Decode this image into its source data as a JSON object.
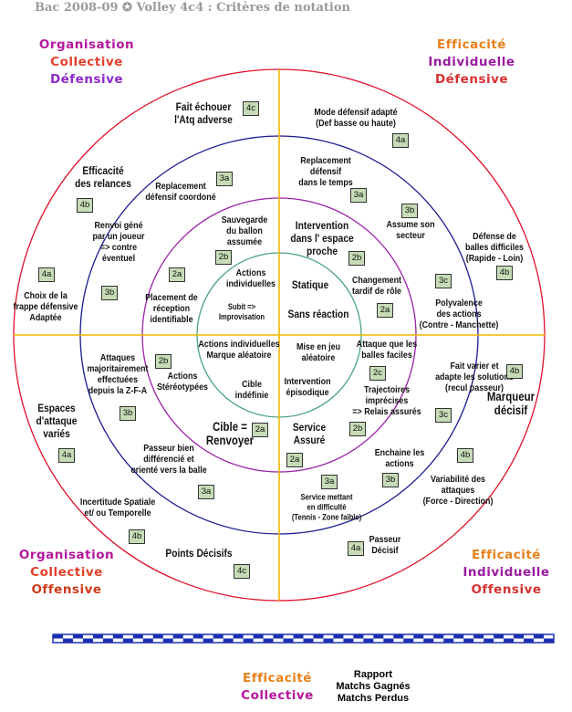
{
  "header": {
    "title": "Bac 2008-09 ✪ Volley 4c4 : Critères de notation"
  },
  "corners": {
    "top_left": [
      "Organisation",
      "Collective",
      "Défensive"
    ],
    "top_right": [
      "Efficacité",
      "Individuelle",
      "Défensive"
    ],
    "bottom_left": [
      "Organisation",
      "Collective",
      "Offensive"
    ],
    "bottom_right": [
      "Efficacité",
      "Individuelle",
      "Offensive"
    ]
  },
  "legend": {
    "label_line1": "Efficacité",
    "label_line2": "Collective",
    "right_lines": [
      "Rapport",
      "Matchs Gagnés",
      "Matchs Perdus"
    ]
  },
  "colors": {
    "outer_ring": "#e0102a",
    "ring2": "#1a1a90",
    "ring3": "#9b22a9",
    "inner_ring": "#4aa37a",
    "axis": "#efb800",
    "badge_bg": "#c6dcb6",
    "header": "#9a9a9a"
  },
  "labels": {
    "fait_echouer": "Fait échouer\nl'Atq adverse",
    "mode_defensif": "Mode défensif adapté\n(Def basse ou haute)",
    "efficacite_relances": "Efficacité\ndes relances",
    "replacement_coordonne": "Replacement\ndéfensif coordoné",
    "replacement_temps": "Replacement\ndéfensif\ndans le temps",
    "sauvegarde": "Sauvegarde\ndu ballon\nassumée",
    "intervention_proche": "Intervention\ndans l' espace\nproche",
    "assume_secteur": "Assume son\nsecteur",
    "renvoi_gene": "Renvoi géné\npar un joueur\n=> contre\néventuel",
    "defense_difficiles": "Défense de\nballes difficiles\n(Rapide - Loin)",
    "actions_individuelles": "Actions\nindividuelles",
    "statique": "Statique",
    "sans_reaction": "Sans réaction",
    "changement_tardif": "Changement\ntardif de rôle",
    "choix_frappe": "Choix de la\nfrappe défensive\nAdaptée",
    "placement_reception": "Placement de\nréception\nidentifiable",
    "subit": "Subit =>\nImprovisation",
    "polyvalence": "Polyvalence\ndes actions\n(Contre - Manchette)",
    "actions_indiv_marque": "Actions individuelles\nMarque aléatoire",
    "mise_en_jeu": "Mise en jeu\naléatoire",
    "attaque_faciles": "Attaque que les\nballes faciles",
    "attaques_zfa": "Attaques\nmajoritairement\neffectuées\ndepuis la Z-F-A",
    "actions_stereo": "Actions\nStéréotypées",
    "cible_indefinie": "Cible\nindéfinie",
    "intervention_episodique": "Intervention\népisodique",
    "trajectoires": "Trajectoires\nimprécises\n=> Relais assurés",
    "fait_varier": "Fait varier et\nadapte les solutions\n(recul passeur)",
    "marqueur": "Marqueur\ndécisif",
    "espaces_attaque": "Espaces\nd'attaque\nvariés",
    "cible_renvoyer": "Cible =\nRenvoyer",
    "service_assure": "Service\nAssuré",
    "passeur_differencie": "Passeur bien\ndifférencié et\norienté vers la balle",
    "enchaine": "Enchaine les\nactions",
    "variabilite": "Variabilité des\nattaques\n(Force - Direction)",
    "incertitude": "Incertitude Spatiale\net/ ou Temporelle",
    "service_mettant": "Service mettant\nen difficulté\n(Tennis - Zone faible)",
    "passeur_decisif": "Passeur\nDécisif",
    "points_decisifs": "Points Décisifs"
  },
  "badges": {
    "b_fait_echouer": "4c",
    "b_mode_defensif": "4a",
    "b_relances": "4b",
    "b_repl_coord": "3a",
    "b_repl_temps": "3a",
    "b_assume": "3b",
    "b_sauvegarde": "2b",
    "b_intervention": "2b",
    "b_defense_diff": "4b",
    "b_choix_frappe": "4a",
    "b_renvoi": "3b",
    "b_placement": "2a",
    "b_polyvalence": "3c",
    "b_changement": "2a",
    "b_zfa": "2b",
    "b_attaque_faciles": "2c",
    "b_marqueur": "4b",
    "b_espaces": "3b",
    "b_fait_varier": "3c",
    "b_espaces2": "4a",
    "b_cible": "2a",
    "b_trajectoires": "2b",
    "b_service": "2a",
    "b_enchaine": "4b",
    "b_enchaine2": "3b",
    "b_passeur": "3a",
    "b_service_mettant": "3a",
    "b_incertitude": "4b",
    "b_passeur_decisif": "4a",
    "b_points": "4c"
  }
}
